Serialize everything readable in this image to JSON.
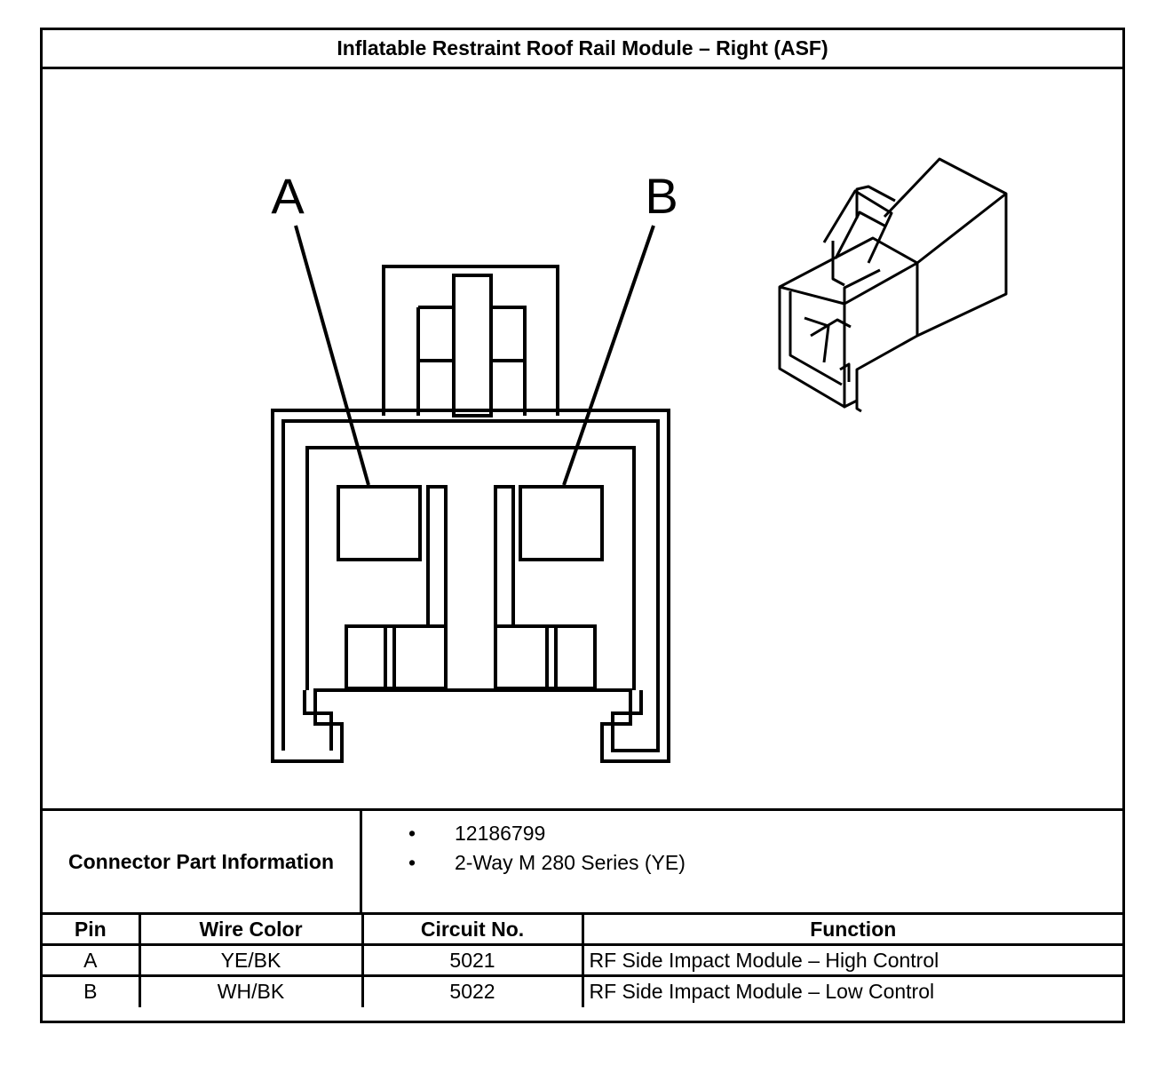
{
  "title": "Inflatable Restraint Roof Rail Module – Right (ASF)",
  "diagram": {
    "pin_labels": [
      "A",
      "B"
    ]
  },
  "connector_info": {
    "label": "Connector Part Information",
    "items": [
      "12186799",
      "2-Way M 280 Series (YE)"
    ],
    "bullet": "•"
  },
  "pin_table": {
    "headers": [
      "Pin",
      "Wire Color",
      "Circuit No.",
      "Function"
    ],
    "rows": [
      [
        "A",
        "YE/BK",
        "5021",
        "RF Side Impact Module – High Control"
      ],
      [
        "B",
        "WH/BK",
        "5022",
        "RF Side Impact Module – Low Control"
      ]
    ]
  }
}
